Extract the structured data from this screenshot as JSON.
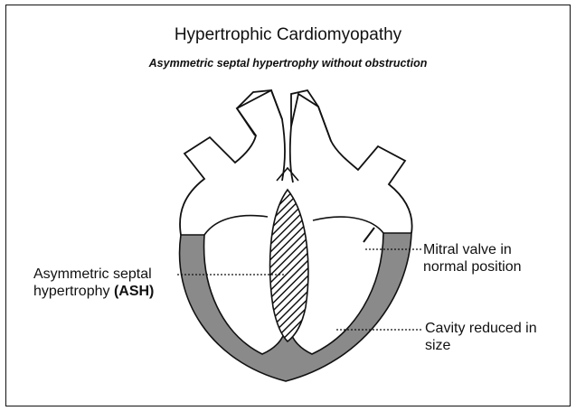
{
  "figure": {
    "title": "Hypertrophic Cardiomyopathy",
    "subtitle": "Asymmetric septal hypertrophy without obstruction"
  },
  "labels": {
    "ash": {
      "line1": "Asymmetric septal",
      "line2_prefix": "hypertrophy ",
      "line2_bold": "(ASH)"
    },
    "mitral": {
      "line1": "Mitral valve in",
      "line2": "normal position"
    },
    "cavity": {
      "line1": "Cavity reduced in",
      "line2": "size"
    }
  },
  "colors": {
    "ink": "#111111",
    "myocardium": "#8a8a8a",
    "background": "#ffffff"
  }
}
